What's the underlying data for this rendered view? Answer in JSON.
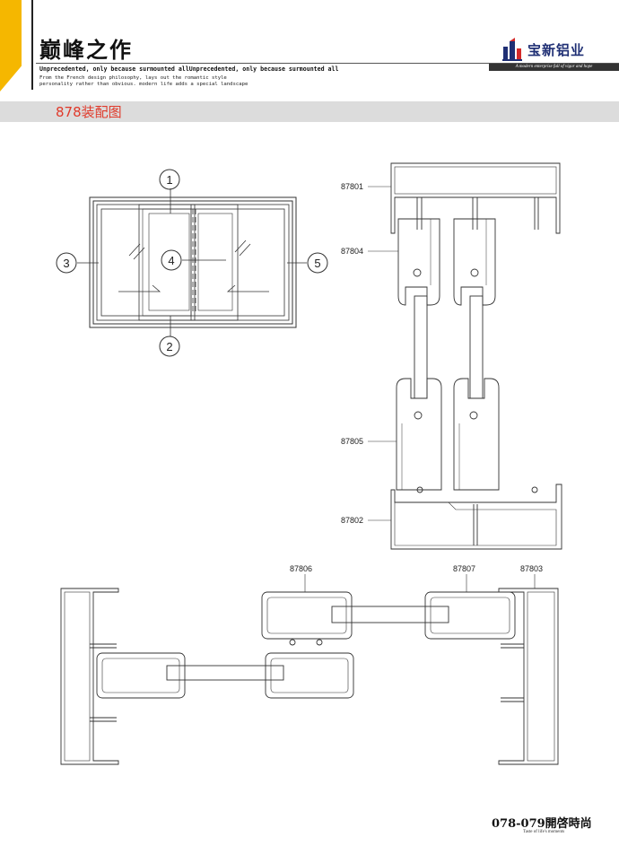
{
  "header": {
    "title": "巅峰之作",
    "tagline_bold": "Unprecedented, only because surmounted allUnprecedented, only because surmounted all",
    "tagline_line1": "From the French design philosophy, lays out the romantic style",
    "tagline_line2": "personality rather than obvious. modern life adds a special landscape"
  },
  "brand": {
    "name": "宝新铝业",
    "slogan": "A modern enterprise full of vigor and hope",
    "accent_color": "#f5b700",
    "brand_color": "#1f2f74"
  },
  "section": {
    "title": "878装配图",
    "title_color": "#e03a2b"
  },
  "diagram": {
    "callouts": [
      "1",
      "2",
      "3",
      "4",
      "5"
    ],
    "profile_labels": {
      "p87801": "87801",
      "p87804": "87804",
      "p87805": "87805",
      "p87802": "87802",
      "p87806": "87806",
      "p87807": "87807",
      "p87803": "87803"
    }
  },
  "footer": {
    "page_label": "078-079開啓時尚",
    "sub": "Taste of life's moments"
  }
}
